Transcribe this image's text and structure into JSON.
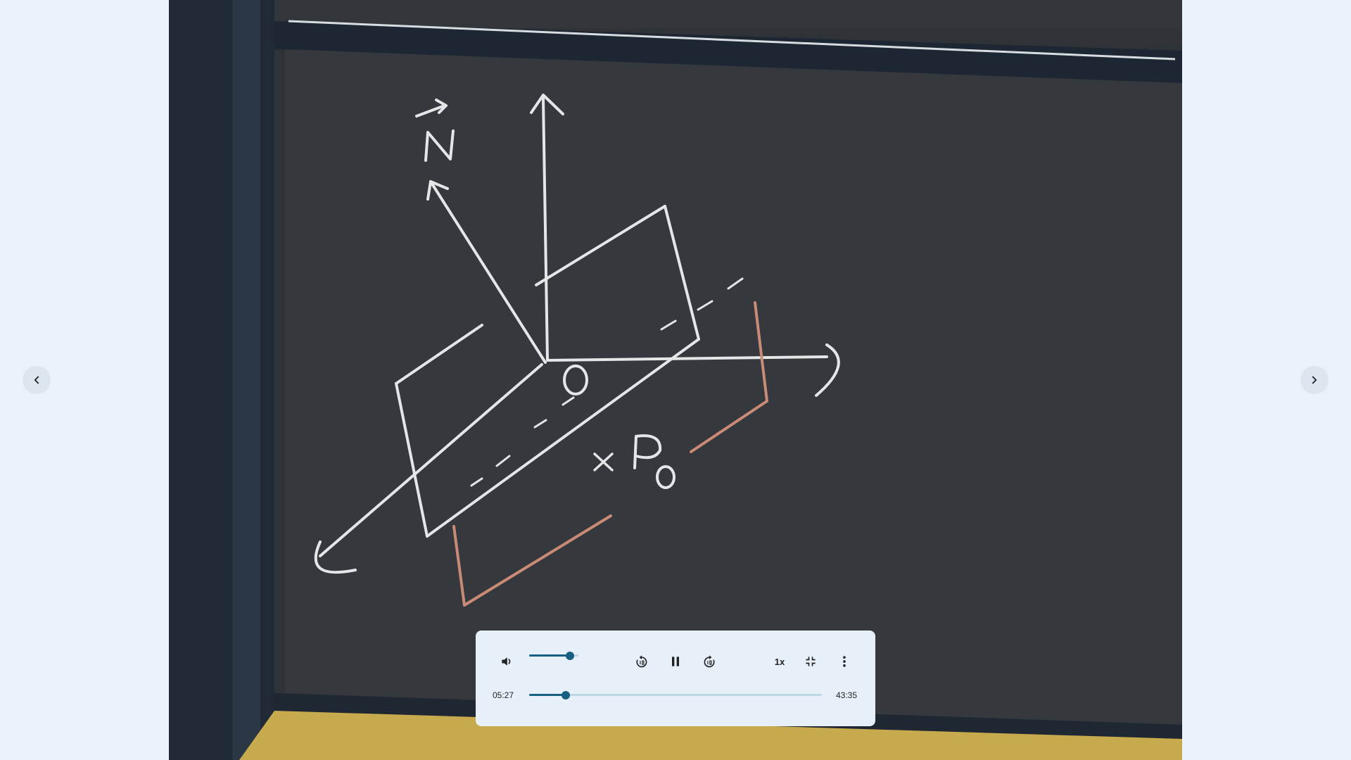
{
  "navigation": {
    "prev_icon": "chevron-left-icon",
    "next_icon": "chevron-right-icon"
  },
  "video": {
    "board_labels": {
      "normal_vector": "N",
      "origin": "O",
      "point": "× P",
      "point_subscript": "0"
    }
  },
  "controls": {
    "volume_icon": "volume-icon",
    "volume_level": 0.83,
    "rewind_icon": "rewind-10-icon",
    "play_pause_icon": "pause-icon",
    "forward_icon": "forward-10-icon",
    "speed": "1x",
    "exit_fullscreen_icon": "exit-fullscreen-icon",
    "more_icon": "more-vertical-icon",
    "current_time": "05:27",
    "total_time": "43:35",
    "progress": 0.125
  },
  "colors": {
    "accent": "#176081",
    "track": "#bfd6e4",
    "panel": "#e7f0f8",
    "page_bg": "#e9f1f9",
    "chalk": "#e4e6e8",
    "chalk_red": "#c98a76"
  }
}
